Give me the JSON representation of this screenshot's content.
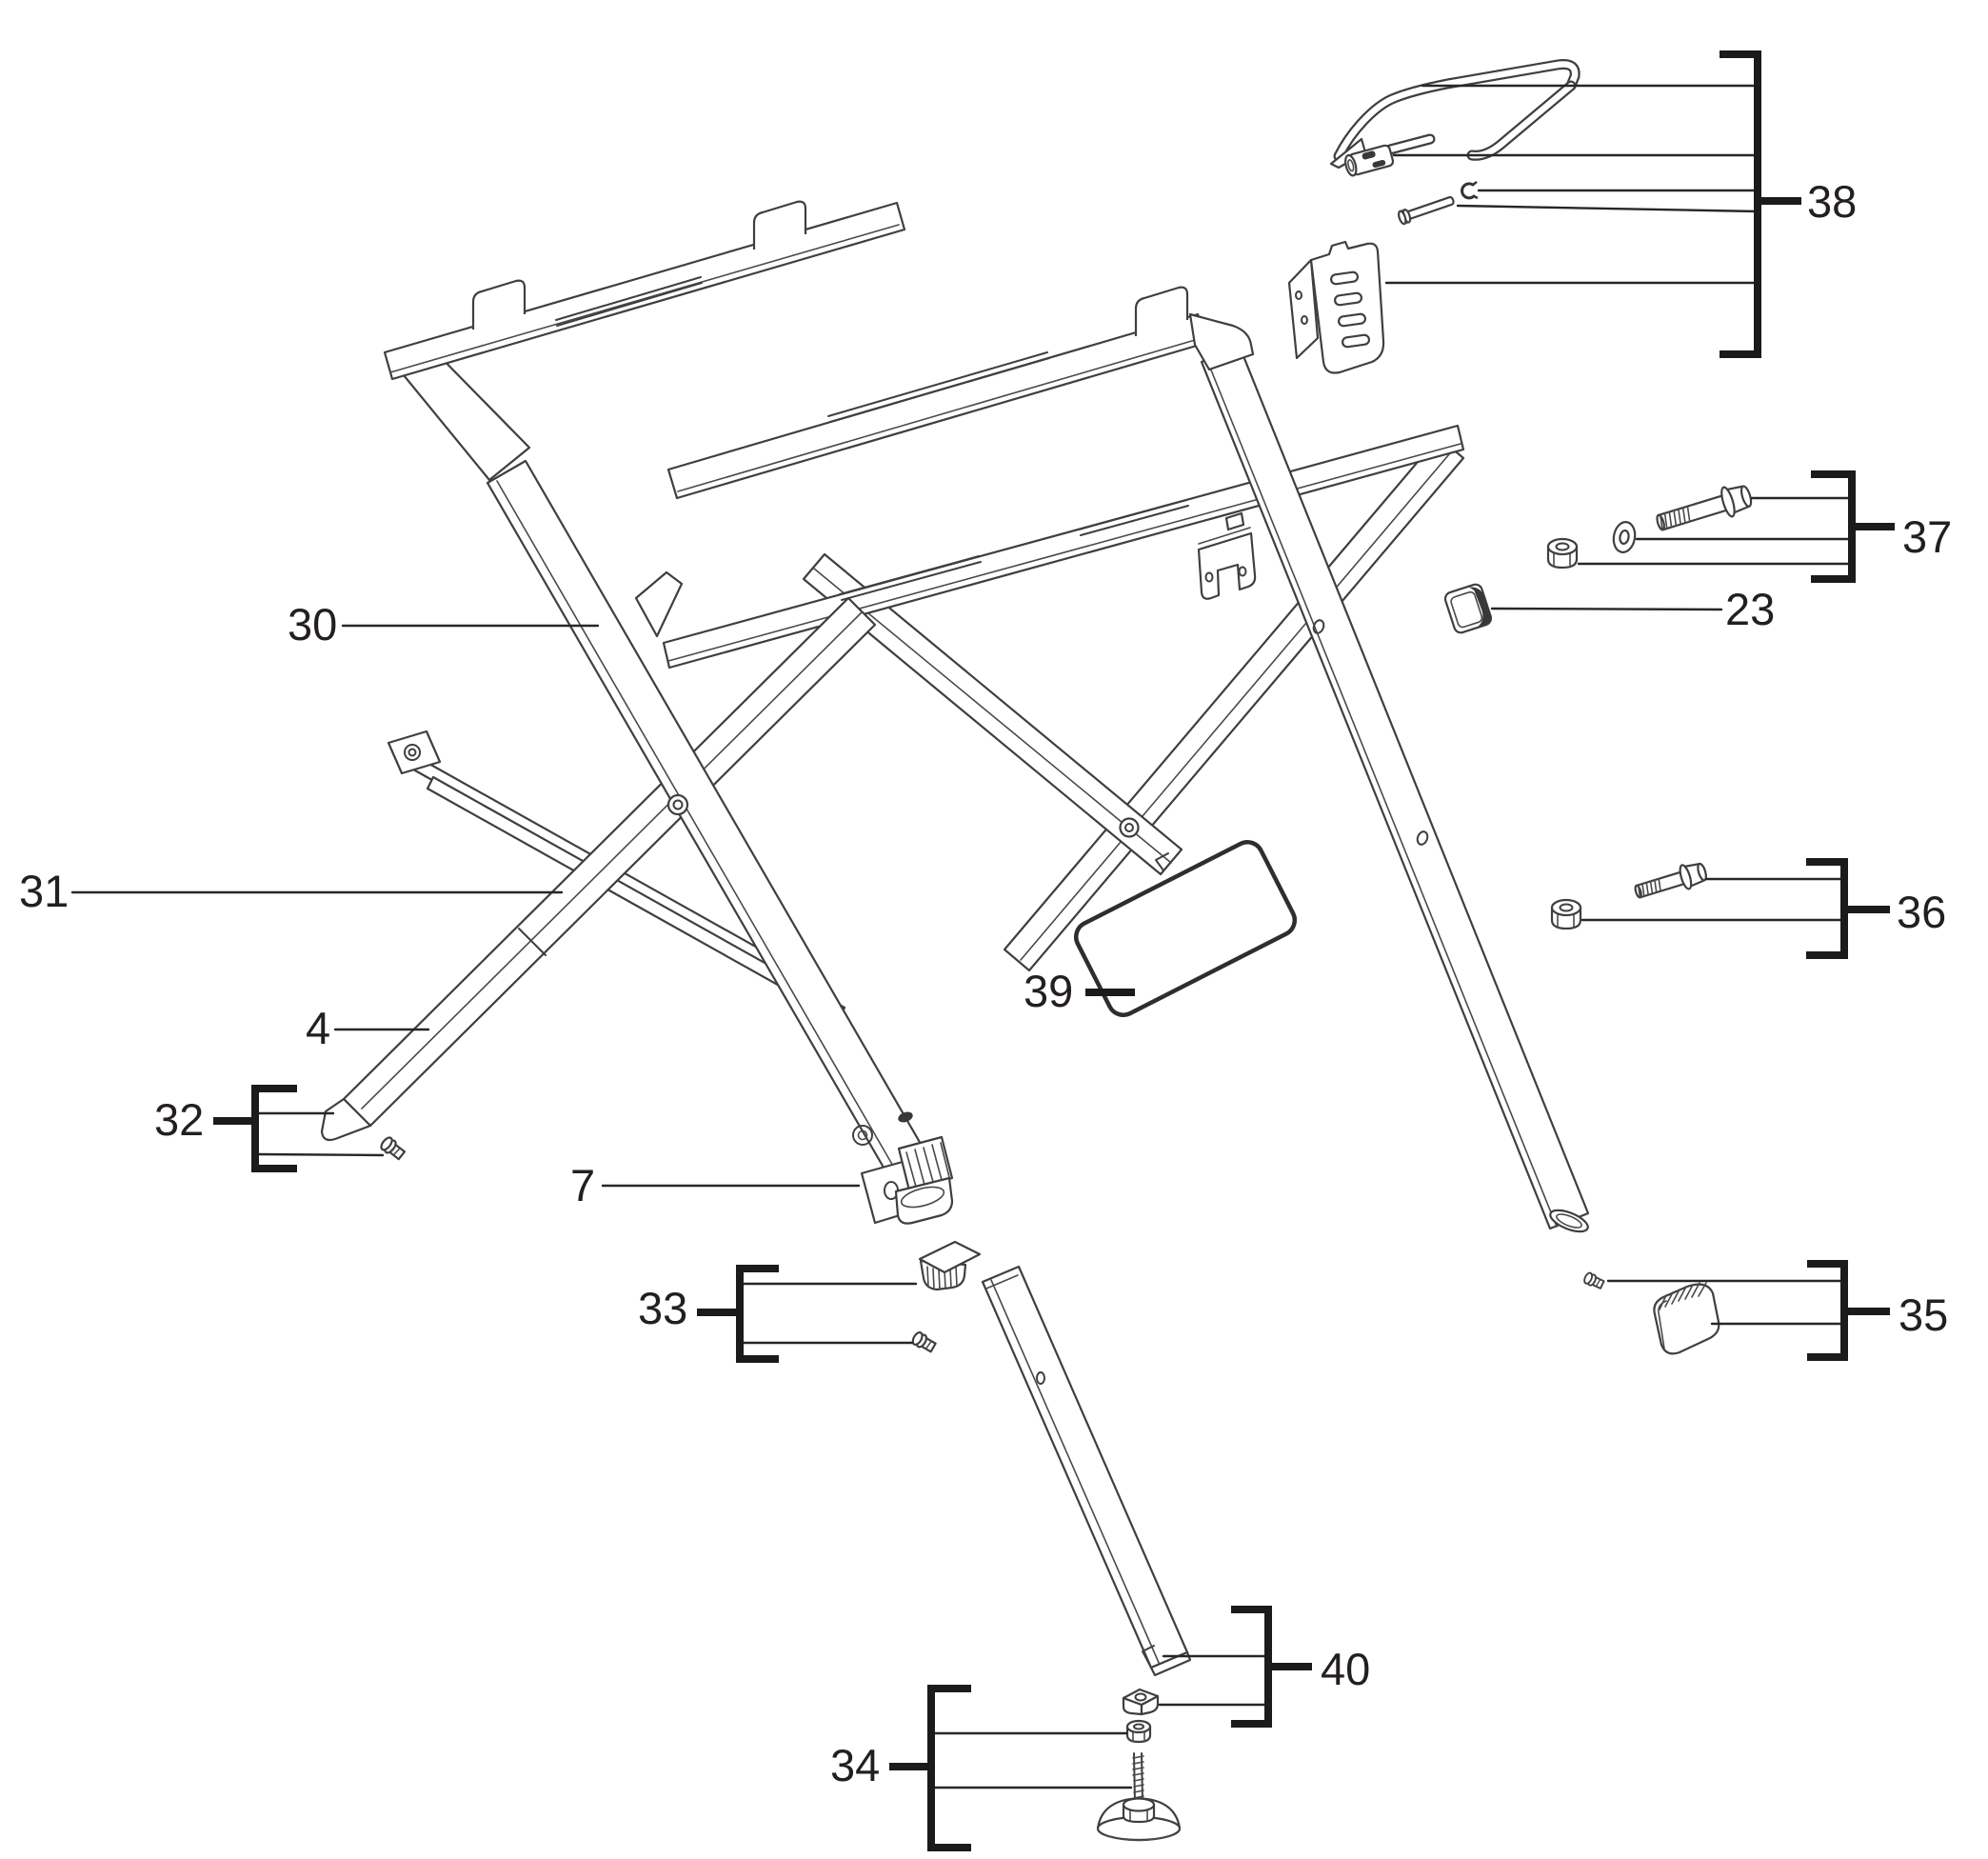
{
  "diagram": {
    "figure_type": "exploded-parts-diagram",
    "subject": "folding-table-saw-stand",
    "background_color": "#ffffff",
    "line_color": "#3f3f3f",
    "label_color": "#231f20",
    "callouts": {
      "c30": {
        "label": "30",
        "part": "front-leg-frame"
      },
      "c31": {
        "label": "31",
        "part": "outer-brace-leg"
      },
      "c4": {
        "label": "4",
        "part": "inner-brace-leg"
      },
      "c32": {
        "label": "32",
        "part": "brace-tip-and-screw-set"
      },
      "c7": {
        "label": "7",
        "part": "leg-end-bracket"
      },
      "c33": {
        "label": "33",
        "part": "leg-cap-and-screw-set"
      },
      "c39": {
        "label": "39",
        "part": "warning-label"
      },
      "c34": {
        "label": "34",
        "part": "leveling-foot-nut-set"
      },
      "c40": {
        "label": "40",
        "part": "extension-leg-and-square-nut-set"
      },
      "c38": {
        "label": "38",
        "part": "latch-lever-pin-bracket-kit"
      },
      "c37": {
        "label": "37",
        "part": "bolt-washer-locknut-set"
      },
      "c23": {
        "label": "23",
        "part": "square-end-cap"
      },
      "c36": {
        "label": "36",
        "part": "bolt-and-locknut-set"
      },
      "c35": {
        "label": "35",
        "part": "rubber-foot-and-screw-set"
      }
    }
  }
}
